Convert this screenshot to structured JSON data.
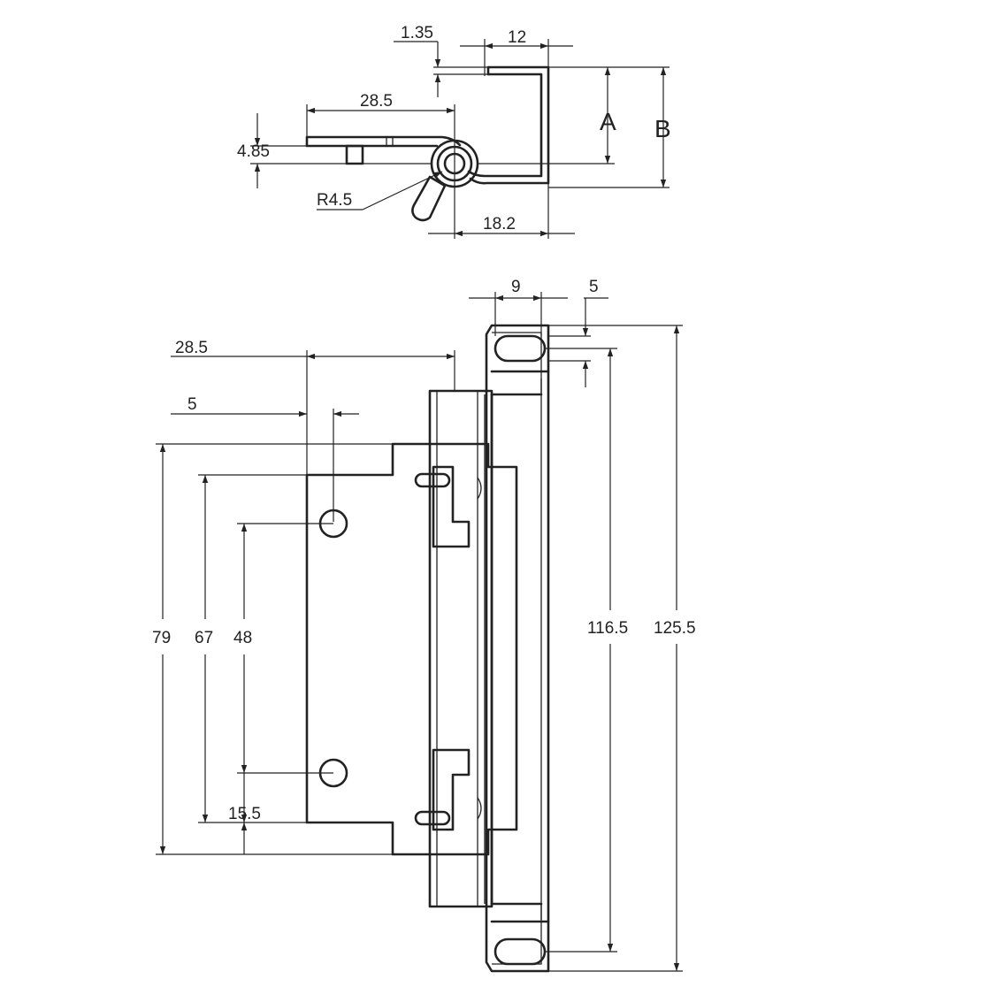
{
  "top_view": {
    "dims": {
      "thickness": "1.35",
      "flange_width": "12",
      "leaf_length": "28.5",
      "leaf_offset": "4.85",
      "pin_radius": "R4.5",
      "bracket_depth": "18.2"
    },
    "variables": {
      "a": "A",
      "b": "B"
    }
  },
  "front_view": {
    "dims": {
      "slot_width": "9",
      "slot_offset": "5",
      "leaf_length": "28.5",
      "hole_offset": "5",
      "leaf_height": "79",
      "leaf_inner_height": "67",
      "hole_spacing": "48",
      "hole_bottom": "15.5",
      "slot_spacing": "116.5",
      "total_height": "125.5"
    }
  }
}
